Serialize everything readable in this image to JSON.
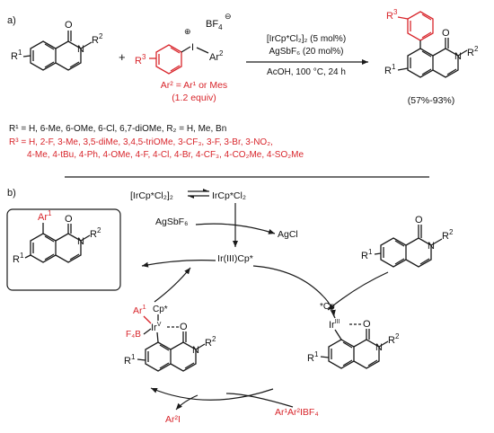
{
  "panel_a": {
    "label": "a)",
    "substrate": {
      "r1": "R",
      "r1_sup": "1",
      "o": "O",
      "n": "N",
      "r2": "R",
      "r2_sup": "2"
    },
    "plus": "+",
    "reagent": {
      "r3": "R",
      "r3_sup": "3",
      "plus_charge": "⊕",
      "i": "I",
      "bf4": "BF",
      "bf4_sub": "4",
      "minus_charge": "⊖",
      "ar2": "Ar",
      "ar2_sup": "2",
      "def_line": "Ar² = Ar¹ or Mes",
      "equiv": "(1.2 equiv)"
    },
    "conditions": {
      "catalyst": "[IrCp*Cl₂]₂ (5 mol%)",
      "additive": "AgSbF₆ (20 mol%)",
      "solvent": "AcOH, 100 °C, 24 h"
    },
    "product": {
      "r3": "R",
      "r3_sup": "3",
      "o": "O",
      "n": "N",
      "r2": "R",
      "r2_sup": "2",
      "r1": "R",
      "r1_sup": "1",
      "yield": "(57%-93%)"
    },
    "scope_r1_r2": "R¹ = H, 6-Me, 6-OMe, 6-Cl, 6,7-diOMe, R₂ = H, Me, Bn",
    "scope_r3_line1": "R³ = H, 2-F, 3-Me, 3,5-diMe, 3,4,5-triOMe, 3-CF₃, 3-F, 3-Br, 3-NO₂,",
    "scope_r3_line2": "4-Me, 4-tBu, 4-Ph, 4-OMe, 4-F, 4-Cl, 4-Br, 4-CF₃, 4-CO₂Me, 4-SO₂Me"
  },
  "panel_b": {
    "label": "b)",
    "equilibrium_left": "[IrCp*Cl₂]₂",
    "equilibrium_right": "IrCp*Cl₂",
    "silver_salt": "AgSbF₆",
    "byproduct": "AgCl",
    "active_catalyst": "Ir(III)Cp*",
    "product_box": {
      "ar1": "Ar",
      "ar1_sup": "1",
      "o": "O",
      "n": "N",
      "r2": "R",
      "r2_sup": "2",
      "r1": "R",
      "r1_sup": "1"
    },
    "substrate": {
      "o": "O",
      "n": "N",
      "r2": "R",
      "r2_sup": "2",
      "r1": "R",
      "r1_sup": "1"
    },
    "metallacycle_iii": {
      "cp": "*Cp",
      "ir": "Ir",
      "ox": "III",
      "o": "O",
      "n": "N",
      "r2": "R",
      "r2_sup": "2",
      "r1": "R",
      "r1_sup": "1"
    },
    "metallacycle_v": {
      "ar1": "Ar",
      "ar1_sup": "1",
      "cp": "Cp*",
      "ir": "Ir",
      "ox": "V",
      "f4b": "F₄B",
      "o": "O",
      "n": "N",
      "r2": "R",
      "r2_sup": "2",
      "r1": "R",
      "r1_sup": "1"
    },
    "reagent_in": "Ar¹Ar²IBF₄",
    "reagent_out": "Ar²I"
  }
}
